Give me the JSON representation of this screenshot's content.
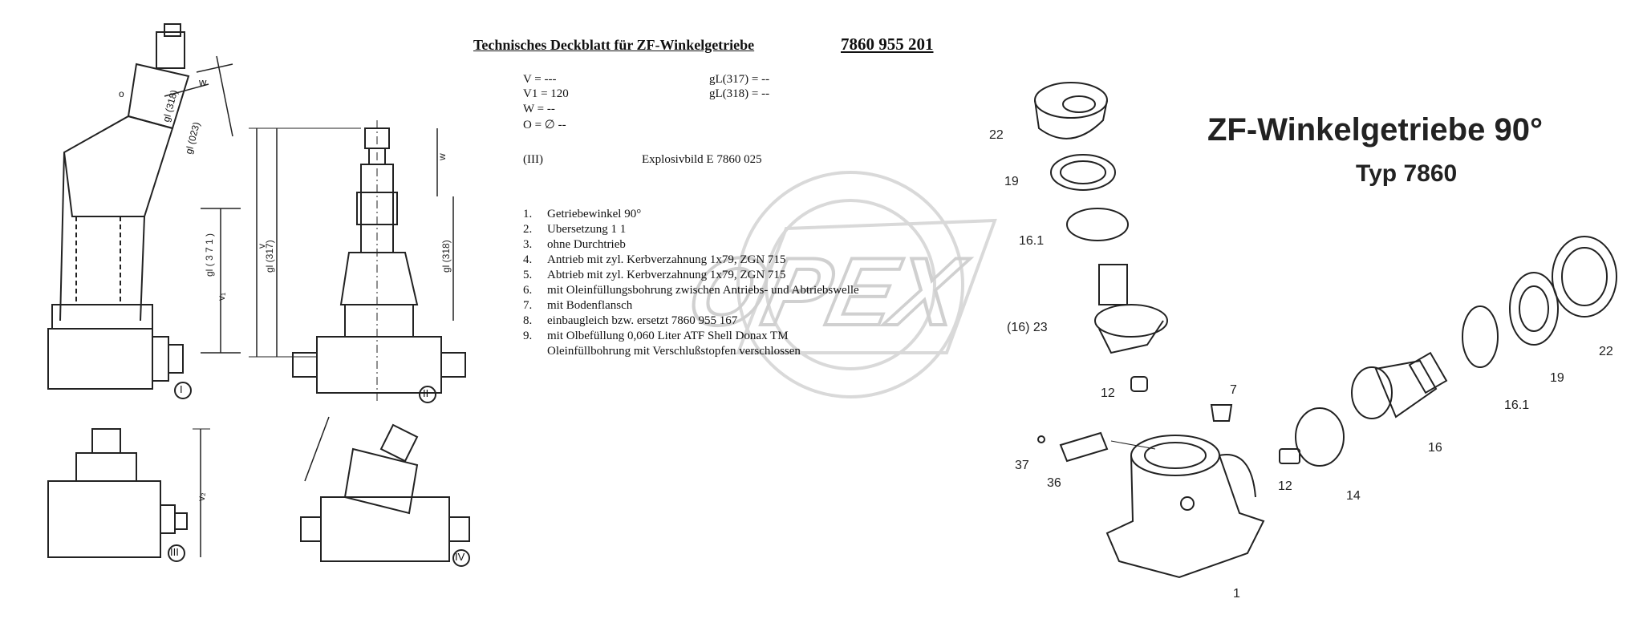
{
  "header": {
    "title": "Technisches Deckblatt für ZF-Winkelgetriebe",
    "part_number": "7860 955 201"
  },
  "specs": {
    "v": "V  = ---",
    "v1": "V1 = 120",
    "w": "W = --",
    "o": "O  = ∅ --",
    "gl317": "gL(317) = --",
    "gl318": "gL(318) = --"
  },
  "explosion": {
    "label": "(III)",
    "text": "Explosivbild E 7860 025"
  },
  "features": [
    {
      "num": "1.",
      "text": "Getriebewinkel 90°"
    },
    {
      "num": "2.",
      "text": "Ubersetzung 1 1"
    },
    {
      "num": "3.",
      "text": "ohne Durchtrieb"
    },
    {
      "num": "4.",
      "text": "Antrieb mit zyl. Kerbverzahnung 1x79, ZGN 715"
    },
    {
      "num": "5.",
      "text": "Abtrieb mit zyl. Kerbverzahnung 1x79, ZGN 715"
    },
    {
      "num": "6.",
      "text": "mit Oleinfüllungsbohrung zwischen Antriebs- und Abtriebswelle"
    },
    {
      "num": "7.",
      "text": "mit Bodenflansch"
    },
    {
      "num": "8.",
      "text": "einbaugleich bzw. ersetzt  7860 955 167"
    },
    {
      "num": "9.",
      "text": "mit Olbefüllung 0,060 Liter ATF Shell Donax TM"
    }
  ],
  "feature_9_continuation": "Oleinfüllbohrung mit Verschlußstopfen verschlossen",
  "product": {
    "title": "ZF-Winkelgetriebe  90°",
    "type": "Typ 7860"
  },
  "drawing_labels": {
    "view_1": "I",
    "view_2": "II",
    "view_3": "III",
    "view_4": "IV",
    "w": "w",
    "gl": "gl",
    "gl_318": "gl (318)",
    "gl_023": "gl (023)",
    "gl_371": "gl ( 3 7 1 )",
    "v1": "v₁",
    "v": "v",
    "gl_317": "gl (317)",
    "v2": "v₂",
    "o": "o"
  },
  "part_labels": {
    "p22a": "22",
    "p19a": "19",
    "p16_1a": "16.1",
    "p16_23": "(16)  23",
    "p12a": "12",
    "p7": "7",
    "p37": "37",
    "p36": "36",
    "p12b": "12",
    "p14": "14",
    "p16": "16",
    "p16_1b": "16.1",
    "p19b": "19",
    "p22b": "22",
    "p1": "1"
  },
  "watermark": {
    "text": "OPEX"
  }
}
